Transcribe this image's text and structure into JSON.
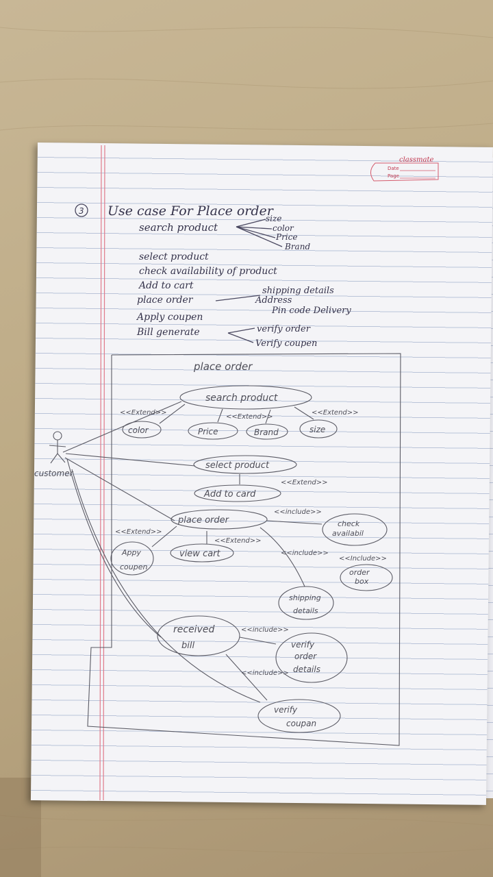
{
  "header": {
    "brand": "classmate",
    "date_label": "Date",
    "page_label": "Page"
  },
  "notes": {
    "number": "3",
    "title": "Use case  For  Place  order",
    "search_product": "search product",
    "search_options": [
      "size",
      "color",
      "Price",
      "Brand"
    ],
    "select_product": "select product",
    "check_availability": "check availability of product",
    "add_to_cart": "Add to cart",
    "place_order": "place order",
    "place_order_details": [
      "shipping details",
      "Address",
      "Pin code Delivery"
    ],
    "apply_coupon": "Apply coupen",
    "bill_generate": "Bill generate",
    "bill_checks": [
      "verify order",
      "Verify coupen"
    ]
  },
  "diagram": {
    "system_name": "place order",
    "actor": "customer",
    "use_cases": {
      "search_product": "search product",
      "color": "color",
      "price": "Price",
      "brand": "Brand",
      "size": "size",
      "select_product": "select product",
      "add_to_card": "Add to card",
      "place_order": "place order",
      "check_availability": [
        "check",
        "availabil"
      ],
      "order_box": [
        "order",
        "box"
      ],
      "apply_coupon": [
        "Appy",
        "coupen"
      ],
      "view_cart": "view cart",
      "shipping_details": [
        "shipping",
        "details"
      ],
      "received_bill": [
        "received",
        "bill"
      ],
      "verify_order_details": [
        "verify",
        "order",
        "details"
      ],
      "verify_coupon": [
        "verify",
        "coupan"
      ]
    },
    "relations": {
      "extend_color": "<<Extend>>",
      "extend_price": "<<Extend>>",
      "extend_size": "<<Extend>>",
      "extend_add_to_card": "<<Extend>>",
      "include_check": "<<include>>",
      "include_order_box": "<<Include>>",
      "extend_apply_coupon": "<<Extend>>",
      "extend_view_cart": "<<Extend>>",
      "include_shipping": "<<include>>",
      "include_verify_order": "<<include>>",
      "include_verify_coupon": "<<include>>"
    }
  }
}
